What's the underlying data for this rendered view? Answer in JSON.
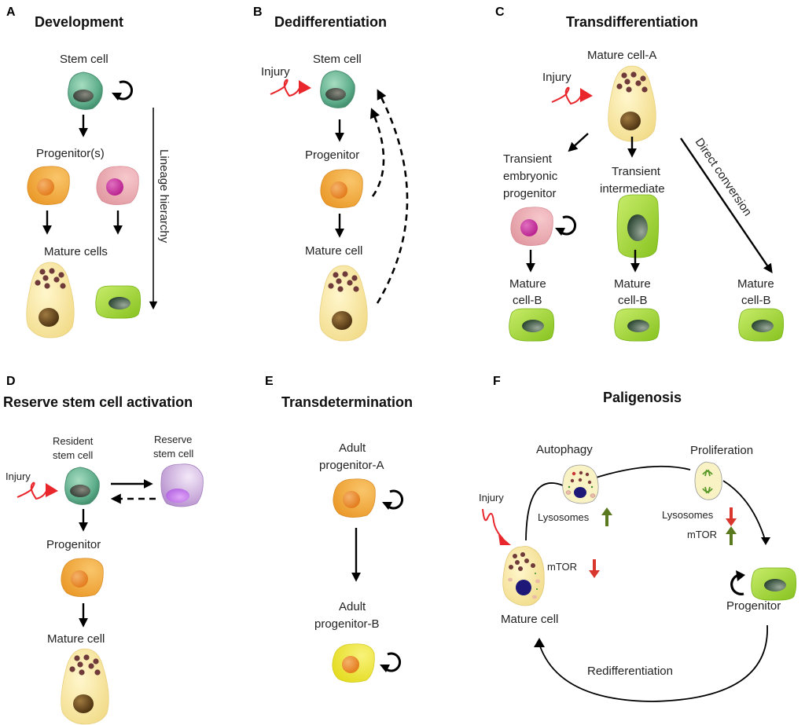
{
  "figure": {
    "panels": [
      {
        "letter": "A",
        "title": "Development",
        "labels": {
          "stem_cell": "Stem cell",
          "progenitors": "Progenitor(s)",
          "mature_cells": "Mature cells",
          "hierarchy": "Lineage hierarchy"
        }
      },
      {
        "letter": "B",
        "title": "Dedifferentiation",
        "labels": {
          "injury": "Injury",
          "stem_cell": "Stem cell",
          "progenitor": "Progenitor",
          "mature_cell": "Mature cell"
        }
      },
      {
        "letter": "C",
        "title": "Transdifferentiation",
        "labels": {
          "mature_a": "Mature cell-A",
          "injury": "Injury",
          "transient_embryonic": [
            "Transient",
            "embryonic",
            "progenitor"
          ],
          "transient_intermediate": [
            "Transient",
            "intermediate"
          ],
          "direct": "Direct conversion",
          "mature_b": [
            "Mature",
            "cell-B"
          ]
        }
      },
      {
        "letter": "D",
        "title": "Reserve stem cell activation",
        "labels": {
          "resident": [
            "Resident",
            "stem cell"
          ],
          "reserve": [
            "Reserve",
            "stem cell"
          ],
          "injury": "Injury",
          "progenitor": "Progenitor",
          "mature_cell": "Mature cell"
        }
      },
      {
        "letter": "E",
        "title": "Transdetermination",
        "labels": {
          "adult_a": [
            "Adult",
            "progenitor-A"
          ],
          "adult_b": [
            "Adult",
            "progenitor-B"
          ]
        }
      },
      {
        "letter": "F",
        "title": "Paligenosis",
        "labels": {
          "autophagy": "Autophagy",
          "proliferation": "Proliferation",
          "injury": "Injury",
          "lysosomes": "Lysosomes",
          "mtor": "mTOR",
          "mature_cell": "Mature cell",
          "progenitor": "Progenitor",
          "redifferentiation": "Redifferentiation"
        },
        "indicators": {
          "autophagy_lysosomes": "up",
          "mature_mtor": "down",
          "proliferation_lysosomes": "down",
          "proliferation_mtor": "up"
        }
      }
    ],
    "colors": {
      "stem_cell": "#5fae8c",
      "progenitor_orange": "#f2a93b",
      "progenitor_pink": "#e8a0a8",
      "mature_yellow": "#f7e7a6",
      "mature_green": "#9fd03a",
      "reserve_purple": "#c9a6dc",
      "progenitor_b_yellow": "#f1ea45",
      "injury_red": "#e8262b",
      "up_green": "#5b7a1f",
      "down_red": "#d9362e"
    }
  }
}
